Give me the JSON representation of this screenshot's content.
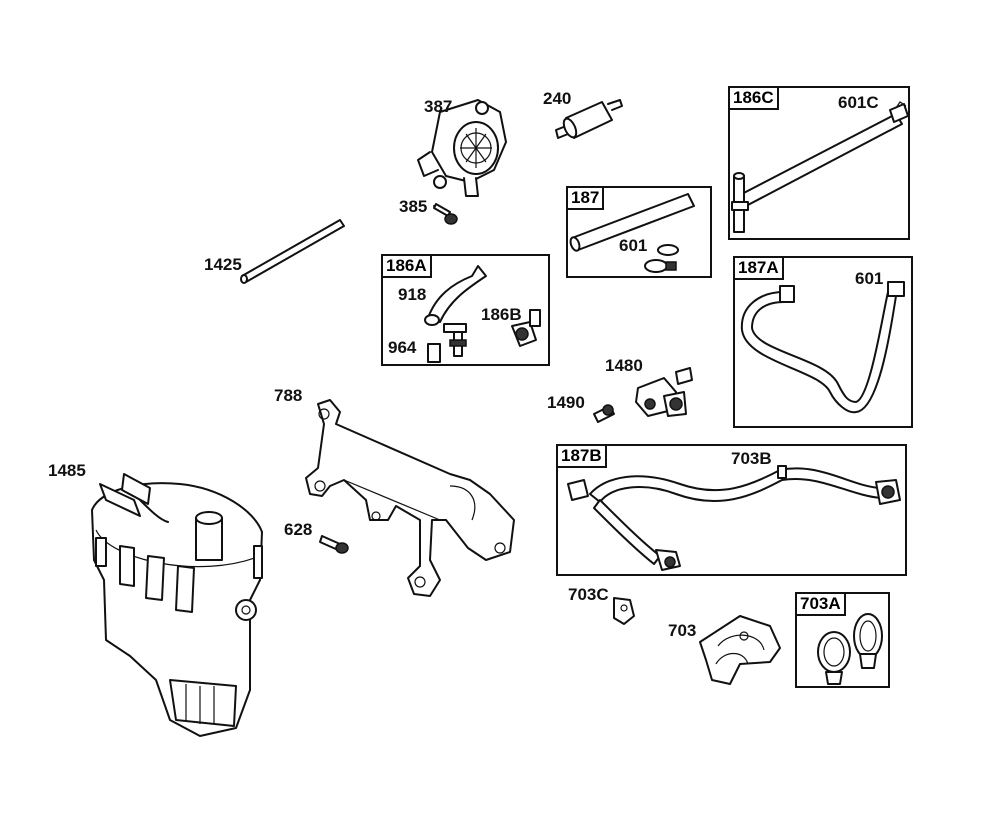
{
  "boxes": {
    "b186C": "186C",
    "b187": "187",
    "b186A": "186A",
    "b187A": "187A",
    "b187B": "187B",
    "b703A": "703A"
  },
  "labels": {
    "l387": "387",
    "l240": "240",
    "l385": "385",
    "l1425": "1425",
    "l601C": "601C",
    "l601a": "601",
    "l601b": "601",
    "l918": "918",
    "l186B": "186B",
    "l964": "964",
    "l1480": "1480",
    "l1490": "1490",
    "l788": "788",
    "l1485": "1485",
    "l628": "628",
    "l703B": "703B",
    "l703C": "703C",
    "l703": "703"
  }
}
